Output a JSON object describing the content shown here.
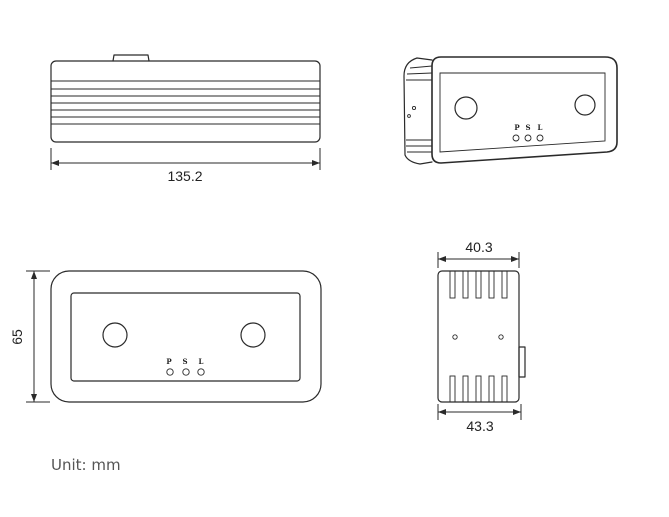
{
  "dimensions": {
    "top_width": "135.2",
    "front_height": "65",
    "side_width_top": "40.3",
    "side_width_bottom": "43.3"
  },
  "indicators": [
    "P",
    "S",
    "L"
  ],
  "unit_label": "Unit: mm"
}
